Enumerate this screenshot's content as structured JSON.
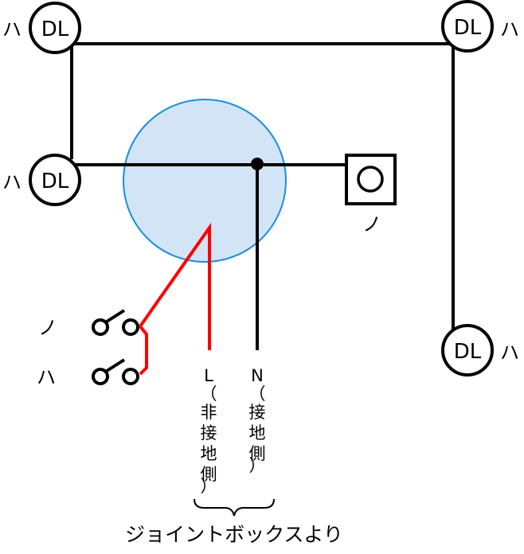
{
  "diagram": {
    "type": "wiring-diagram",
    "colors": {
      "wire": "#000000",
      "hot_wire": "#ff0000",
      "junction_fill": "#d4e4f7",
      "junction_stroke": "#1a8fdc"
    },
    "fixtures": [
      {
        "id": "dl-top-left",
        "symbol": "DL",
        "switch_label": "ハ"
      },
      {
        "id": "dl-top-right",
        "symbol": "DL",
        "switch_label": "ハ"
      },
      {
        "id": "dl-mid-left",
        "symbol": "DL",
        "switch_label": "ハ"
      },
      {
        "id": "dl-bottom-right",
        "symbol": "DL",
        "switch_label": "ハ"
      }
    ],
    "outlet": {
      "label": "ノ"
    },
    "switches": [
      {
        "label": "ノ"
      },
      {
        "label": "ハ"
      }
    ],
    "lines": {
      "l_label": "L",
      "l_sub": [
        "（",
        "非",
        "接",
        "地",
        "側",
        "）"
      ],
      "n_label": "N",
      "n_sub": [
        "（",
        "接",
        "地",
        "側",
        "）"
      ]
    },
    "source_label": "ジョイントボックスより"
  }
}
